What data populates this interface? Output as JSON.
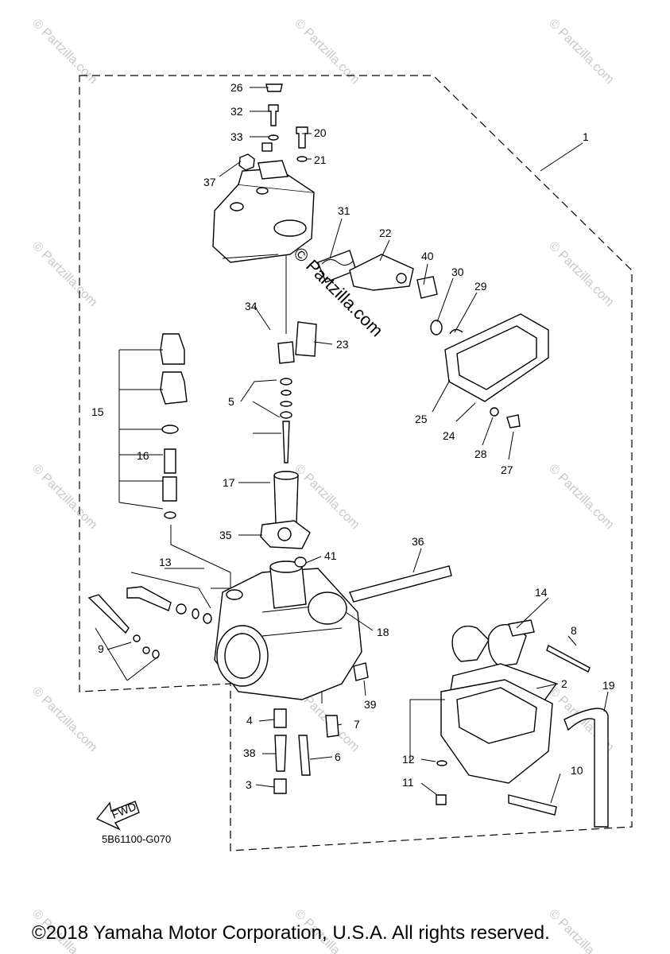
{
  "diagram": {
    "labels": [
      "1",
      "2",
      "3",
      "4",
      "5",
      "6",
      "7",
      "8",
      "9",
      "10",
      "11",
      "12",
      "13",
      "14",
      "15",
      "16",
      "17",
      "18",
      "19",
      "20",
      "21",
      "22",
      "23",
      "24",
      "25",
      "26",
      "27",
      "28",
      "29",
      "30",
      "31",
      "32",
      "33",
      "34",
      "35",
      "36",
      "37",
      "38",
      "39",
      "40",
      "41"
    ],
    "fwd_label": "FWD",
    "drawing_code": "5B61100-G070",
    "watermark_text": "© Partzilla.com",
    "center_watermark": "© Partzilla.com"
  },
  "footer": {
    "copyright": "©2018 Yamaha Motor Corporation, U.S.A. All rights reserved."
  },
  "colors": {
    "ink": "#000000",
    "watermark": "#c8c8c8",
    "background": "#ffffff"
  }
}
